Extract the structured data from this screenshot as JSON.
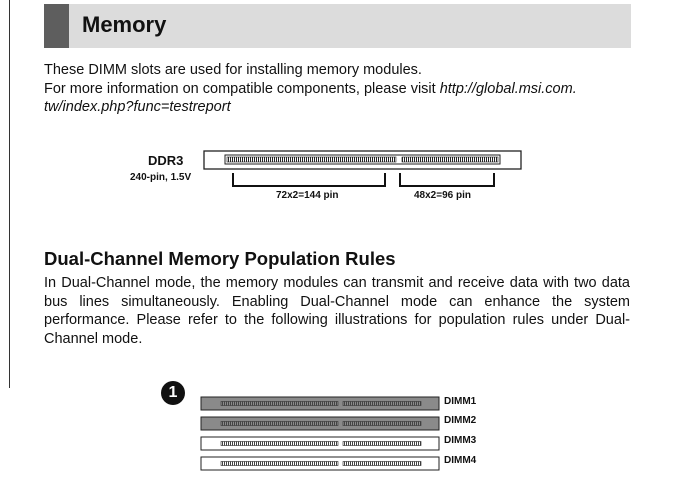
{
  "header": {
    "title": "Memory"
  },
  "intro": {
    "line1": "These DIMM slots are used for installing memory modules.",
    "line2_prefix": "For more information on compatible components, please visit ",
    "url_part1": "http://global.msi.com.",
    "url_part2": "tw/index.php?func=testreport"
  },
  "ddr_diagram": {
    "type_label": "DDR3",
    "spec_label": "240-pin, 1.5V",
    "left_pins": "72x2=144 pin",
    "right_pins": "48x2=96 pin"
  },
  "dual_channel": {
    "heading": "Dual-Channel Memory Population Rules",
    "body": "In Dual-Channel mode, the memory modules can transmit and receive data with two data bus lines simultaneously. Enabling Dual-Channel mode can enhance the system performance. Please refer to the following illustrations for population rules under Dual-Channel mode."
  },
  "population": {
    "number": "1",
    "slots": [
      {
        "label": "DIMM1",
        "installed": true
      },
      {
        "label": "DIMM2",
        "installed": true
      },
      {
        "label": "DIMM3",
        "installed": false
      },
      {
        "label": "DIMM4",
        "installed": false
      }
    ]
  }
}
